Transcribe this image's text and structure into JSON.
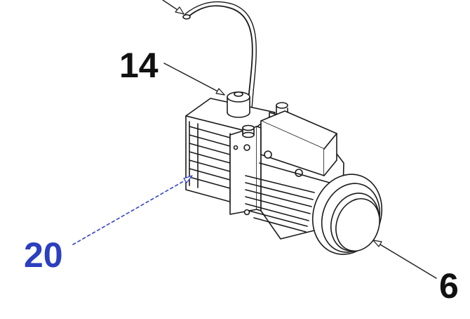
{
  "colors": {
    "outline": "#1a1a1a",
    "label_default": "#111111",
    "label_highlight": "#2b3fbf",
    "leader_highlight": "#3344c4",
    "background": "#ffffff"
  },
  "callouts": [
    {
      "id": "14",
      "text": "14",
      "highlighted": false
    },
    {
      "id": "20",
      "text": "20",
      "highlighted": true
    },
    {
      "id": "6",
      "text": "6",
      "highlighted": false
    }
  ]
}
